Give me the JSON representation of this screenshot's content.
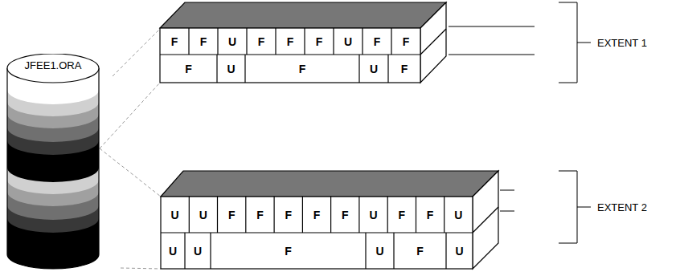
{
  "diagram": {
    "nodes": [
      {
        "text": [
          "JFEE1.ORA"
        ]
      }
    ],
    "labels": [
      "F",
      "F",
      "U",
      "F",
      "F",
      "F",
      "U",
      "F",
      "F",
      "F",
      "U",
      "F",
      "U",
      "F",
      "U",
      "U",
      "F",
      "F",
      "F",
      "F",
      "F",
      "U",
      "F",
      "F",
      "U",
      "U",
      "U",
      "F",
      "U",
      "F",
      "U",
      "EXTENT 1",
      "EXTENT 2"
    ]
  }
}
